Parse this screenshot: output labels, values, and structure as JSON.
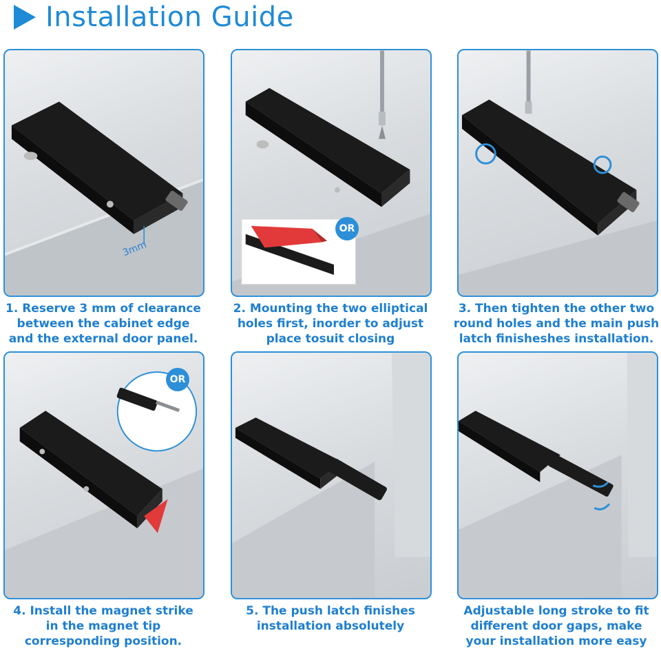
{
  "header": {
    "title": "Installation Guide"
  },
  "labels": {
    "clearance": "3mm",
    "or": "OR"
  },
  "captions": [
    [
      "1. Reserve 3 mm of clearance",
      "between the cabinet edge",
      "and the external door panel."
    ],
    [
      "2. Mounting the two elliptical",
      "holes first, inorder to adjust",
      "place tosuit closing"
    ],
    [
      "3. Then tighten the other two",
      "round holes and the main push",
      "latch finisheshes installation."
    ],
    [
      "4. Install the magnet strike",
      "in the magnet tip",
      "corresponding position."
    ],
    [
      "5. The push latch finishes",
      "installation absolutely"
    ],
    [
      "Adjustable long stroke to fit",
      "different door gaps, make",
      "your installation more easy"
    ]
  ],
  "colors": {
    "accent": "#1f8ad6",
    "caption": "#1f7fd0",
    "latch": "#141414",
    "tape": "#e23a3a"
  }
}
